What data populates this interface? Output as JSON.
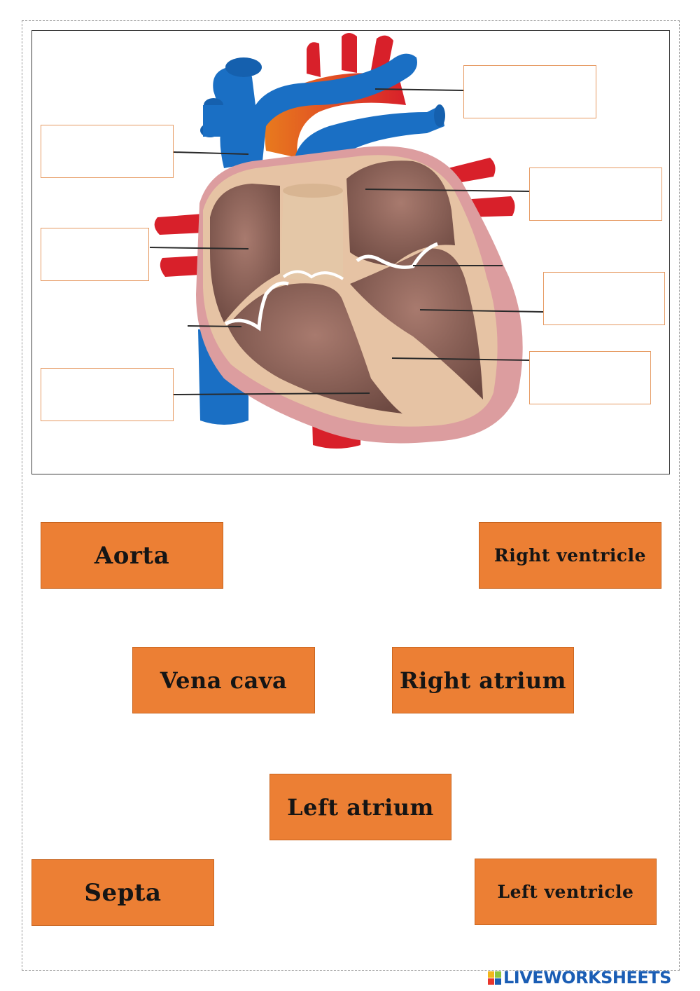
{
  "word_bank": [
    {
      "label": "Aorta"
    },
    {
      "label": "Right ventricle"
    },
    {
      "label": "Vena cava"
    },
    {
      "label": "Right atrium"
    },
    {
      "label": "Left atrium"
    },
    {
      "label": "Septa"
    },
    {
      "label": "Left ventricle"
    }
  ],
  "answer_boxes": [
    {
      "value": ""
    },
    {
      "value": ""
    },
    {
      "value": ""
    },
    {
      "value": ""
    },
    {
      "value": ""
    },
    {
      "value": ""
    },
    {
      "value": ""
    },
    {
      "value": ""
    }
  ],
  "colors": {
    "card_fill": "#ec7f34",
    "box_border": "#e69a62",
    "vein_blue": "#1a6fc4",
    "artery_red": "#d8202a",
    "chamber": "#9c6e63",
    "outer_wall": "#dc9d9f",
    "brand": "#1a5db4"
  },
  "footer": {
    "brand": "LIVEWORKSHEETS"
  }
}
